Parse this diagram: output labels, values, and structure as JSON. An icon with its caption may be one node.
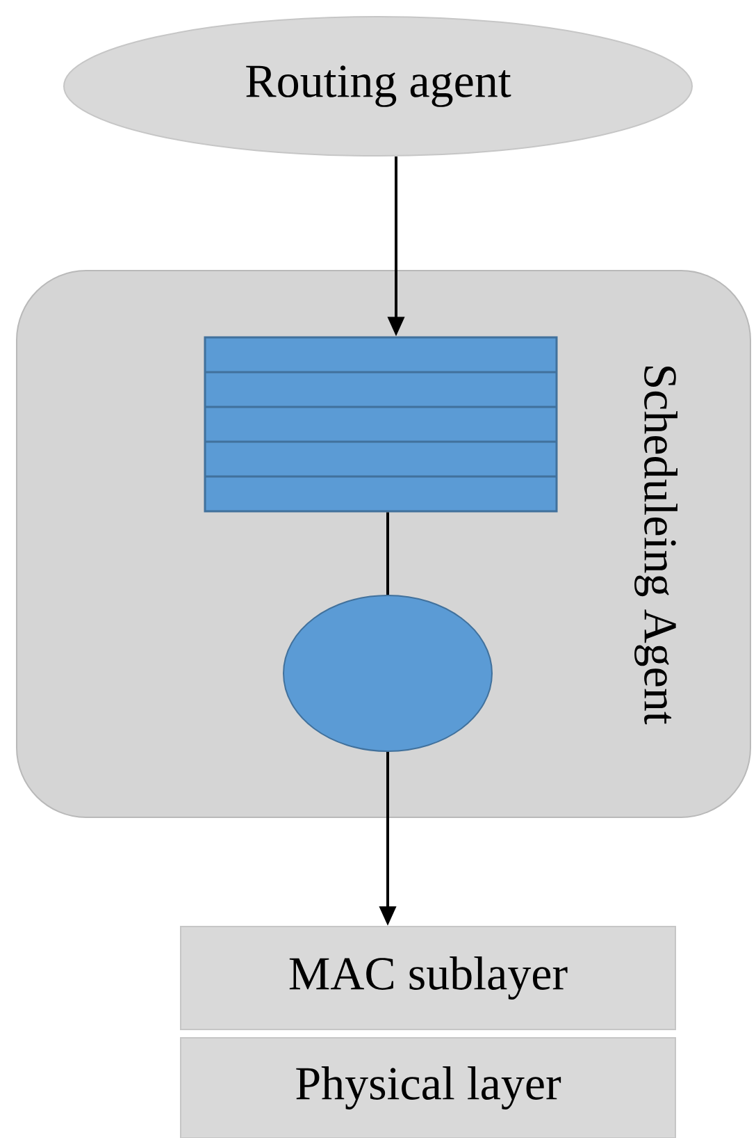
{
  "diagram": {
    "nodes": [
      {
        "text": [
          "Routing agent"
        ]
      },
      {
        "text": [
          "Scheduleing Agent"
        ]
      },
      {
        "text": [],
        "shape": "box",
        "in": 1
      },
      {
        "text": [],
        "shape": "circle",
        "in": 1
      },
      {
        "text": [
          "MAC sublayer"
        ]
      },
      {
        "text": [
          "Physical layer"
        ]
      }
    ],
    "edges": [
      {
        "from": 0,
        "to": 2,
        "arrow": "to"
      },
      {
        "from": 2,
        "to": 3,
        "arrow": "none"
      },
      {
        "from": 3,
        "to": 4,
        "arrow": "to"
      }
    ]
  }
}
